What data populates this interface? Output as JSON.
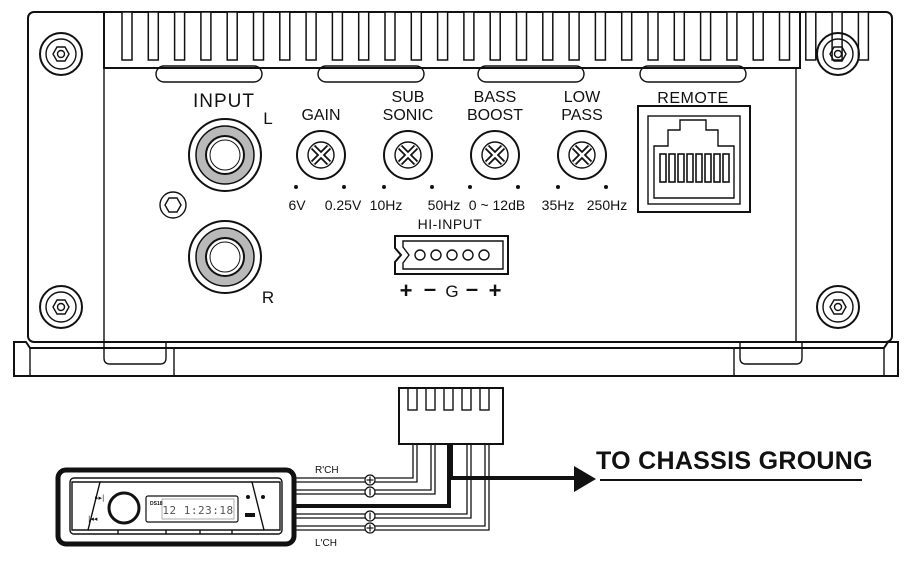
{
  "panel": {
    "input_label": "INPUT",
    "input_l": "L",
    "input_r": "R",
    "gain": {
      "title": "GAIN",
      "min": "6V",
      "max": "0.25V"
    },
    "subsonic": {
      "title_line1": "SUB",
      "title_line2": "SONIC",
      "min": "10Hz",
      "max": "50Hz"
    },
    "bass_boost": {
      "title_line1": "BASS",
      "title_line2": "BOOST",
      "range": "0 ~ 12dB"
    },
    "low_pass": {
      "title_line1": "LOW",
      "title_line2": "PASS",
      "min": "35Hz",
      "max": "250Hz"
    },
    "remote_label": "REMOTE",
    "hi_input": {
      "title": "HI-INPUT",
      "pin_labels": [
        "+",
        "–",
        "G",
        "–",
        "+"
      ]
    }
  },
  "wiring": {
    "r_ch": "R'CH",
    "l_ch": "L'CH",
    "chassis_label": "TO CHASSIS GROUNG"
  },
  "head_unit": {
    "display_time": "12 1:23:18"
  }
}
